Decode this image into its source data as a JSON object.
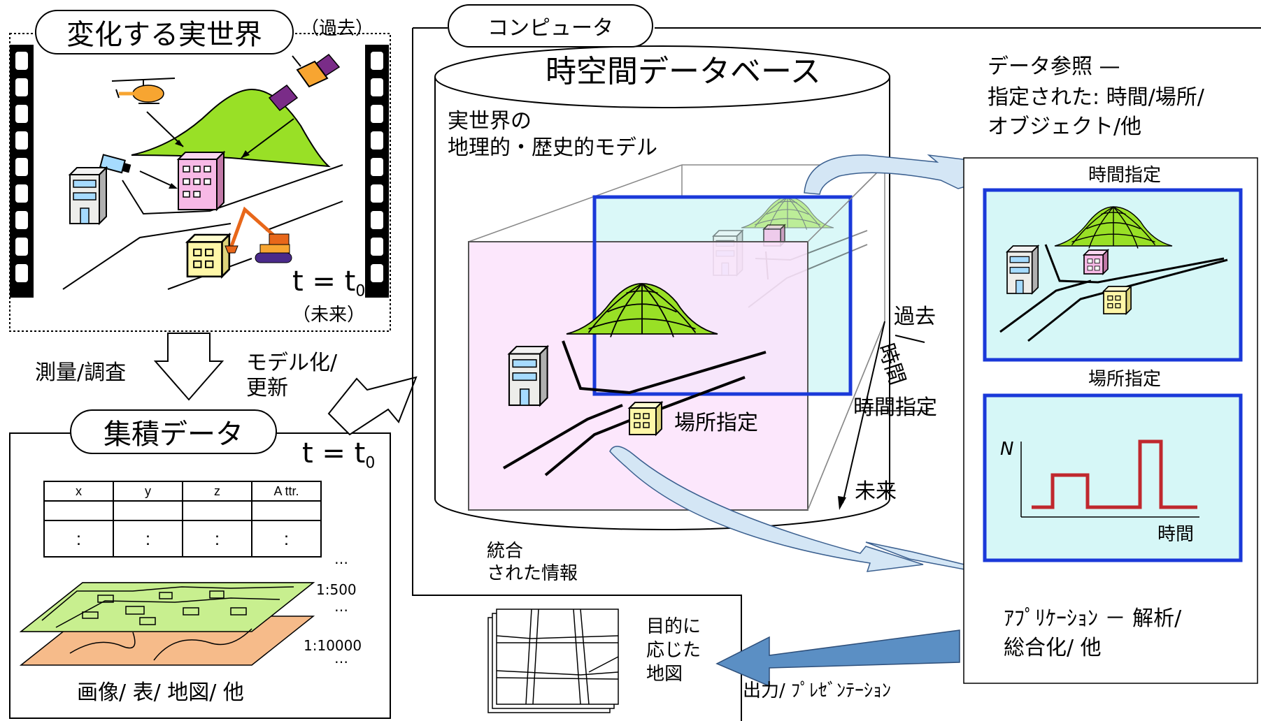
{
  "real_world": {
    "title": "変化する実世界",
    "past_label": "（過去）",
    "future_label": "（未来）",
    "time_label": "t = t",
    "time_subscript": "0"
  },
  "survey_label": "測量/調査",
  "model_update_label": [
    "モデル化/",
    "更新"
  ],
  "accumulated_data": {
    "title": "集積データ",
    "time_label": "t = t",
    "time_subscript": "0",
    "table": {
      "headers": [
        "x",
        "y",
        "z",
        "A ttr."
      ],
      "rows": [
        [
          " ",
          " ",
          " ",
          " "
        ],
        [
          ":",
          ":",
          ":",
          ":"
        ]
      ]
    },
    "ellipsis": "…",
    "scale_1": "1:500",
    "scale_2": "1:10000",
    "caption": "画像/ 表/ 地図/ 他"
  },
  "computer": {
    "title": "コンピュータ",
    "db_title": "時空間データベース",
    "model_label": [
      "実世界の",
      "地理的・歴史的モデル"
    ],
    "past": "過去",
    "time": "時間",
    "future": "未来",
    "time_spec": "時間指定",
    "place_spec": "場所指定",
    "integrated_info": [
      "統合",
      "された情報"
    ]
  },
  "data_ref": {
    "lines": [
      "データ参照 —",
      "指定された: 時間/場所/",
      "オブジェクト/他"
    ],
    "time_panel_title": "時間指定",
    "place_panel_title": "場所指定",
    "graph_y_label": "N",
    "graph_x_label": "時間"
  },
  "application": {
    "lines": [
      "ｱﾌﾟﾘｹｰｼｮﾝ － 解析/",
      "総合化/ 他"
    ]
  },
  "output": {
    "label": "出力/ ﾌﾟﾚｾﾞﾝﾃｰｼｮﾝ",
    "map_label": [
      "目的に",
      "応じた",
      "地図"
    ]
  },
  "colors": {
    "mountain_green": "#99e026",
    "panel_border_blue": "#1a39d9",
    "panel_fill_cyan": "#d6f7f7",
    "slice_fill_pink": "#fbe3fb",
    "graph_red": "#c0282e",
    "output_arrow_blue": "#5b8fc4",
    "map_green": "#c8ef8f",
    "map_orange": "#f6bb8a"
  }
}
